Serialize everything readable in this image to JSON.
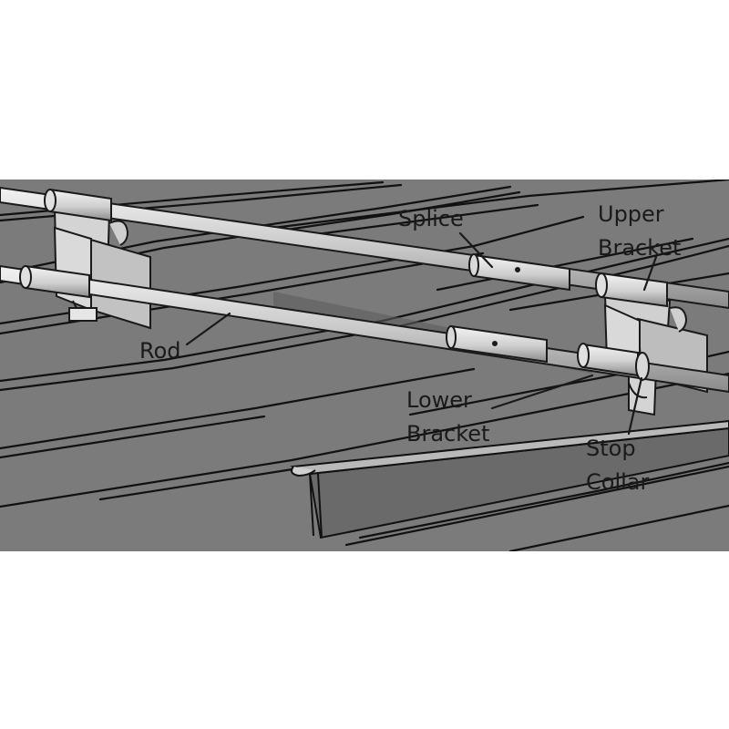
{
  "labels": {
    "splice": "Splice",
    "upper_bracket_line1": "Upper",
    "upper_bracket_line2": "Bracket",
    "rod": "Rod",
    "lower_bracket_line1": "Lower",
    "lower_bracket_line2": "Bracket",
    "stop_collar_line1": "Stop",
    "stop_collar_line2": "Collar"
  },
  "colors": {
    "roof": "#7b7b7b",
    "roof_seam_dark": "#111111",
    "metal": "#c8c8c8",
    "metal_shadow": "#8e8e8e",
    "outline": "#1a1a1a"
  }
}
